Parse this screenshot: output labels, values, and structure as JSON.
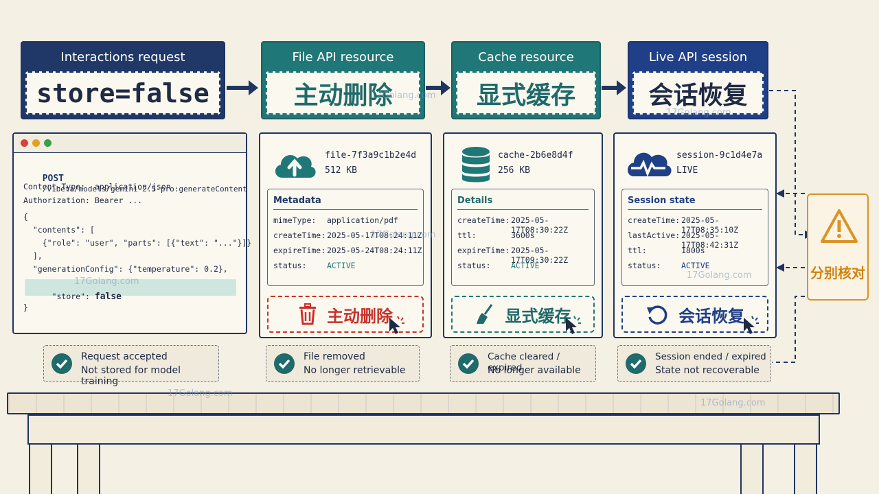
{
  "stages": [
    {
      "title": "Interactions request",
      "value": "store=false"
    },
    {
      "title": "File API resource",
      "value": "主动删除"
    },
    {
      "title": "Cache resource",
      "value": "显式缓存"
    },
    {
      "title": "Live API session",
      "value": "会话恢复"
    }
  ],
  "code": {
    "method": "POST",
    "path": "/v1beta/models/gemini-2.5-pro:generateContent",
    "line_content_type": "Content-Type:  application/json",
    "line_auth": "Authorization: Bearer ...",
    "line_open": "{",
    "line_contents": "  \"contents\": [",
    "line_role": "    {\"role\": \"user\", \"parts\": [{\"text\": \"...\"}]}",
    "line_close_arr": "  ],",
    "line_gen": "  \"generationConfig\": {\"temperature\": 0.2},",
    "line_store_key": "  \"store\": ",
    "line_store_val": "false",
    "line_close": "}"
  },
  "cards": [
    {
      "id": "file-7f3a9c1b2e4d",
      "sub": "512 KB",
      "icon": "cloud-upload-icon",
      "section": "Metadata",
      "rows": [
        {
          "k": "mimeType:",
          "v": "application/pdf"
        },
        {
          "k": "createTime:",
          "v": "2025-05-17T08:24:11Z"
        },
        {
          "k": "expireTime:",
          "v": "2025-05-24T08:24:11Z"
        },
        {
          "k": "status:",
          "v": "ACTIVE"
        }
      ],
      "action": "主动删除",
      "action_icon": "trash-icon",
      "color": "#c8322a"
    },
    {
      "id": "cache-2b6e8d4f",
      "sub": "256 KB",
      "icon": "database-icon",
      "section": "Details",
      "rows": [
        {
          "k": "createTime:",
          "v": "2025-05-17T08:30:22Z"
        },
        {
          "k": "ttl:",
          "v": "3600s"
        },
        {
          "k": "expireTime:",
          "v": "2025-05-17T09:30:22Z"
        },
        {
          "k": "status:",
          "v": "ACTIVE"
        }
      ],
      "action": "显式缓存",
      "action_icon": "broom-icon",
      "color": "#1f6a6a"
    },
    {
      "id": "session-9c1d4e7a",
      "sub": "LIVE",
      "icon": "cloud-pulse-icon",
      "section": "Session state",
      "rows": [
        {
          "k": "createTime:",
          "v": "2025-05-17T08:35:10Z"
        },
        {
          "k": "lastActive:",
          "v": "2025-05-17T08:42:31Z"
        },
        {
          "k": "ttl:",
          "v": "1800s"
        },
        {
          "k": "status:",
          "v": "ACTIVE"
        }
      ],
      "action": "会话恢复",
      "action_icon": "restore-icon",
      "color": "#1f3f86"
    }
  ],
  "statuses": [
    {
      "l1": "Request accepted",
      "l2": "Not stored for model training"
    },
    {
      "l1": "File removed",
      "l2": "No longer retrievable"
    },
    {
      "l1": "Cache cleared / expired",
      "l2": "No longer available"
    },
    {
      "l1": "Session ended / expired",
      "l2": "State not recoverable"
    }
  ],
  "warning": {
    "label": "分别核对",
    "icon": "warning-icon"
  },
  "watermark": "17Golang.com",
  "colors": {
    "navy": "#1f3868",
    "teal": "#1f7777",
    "blue": "#1f3f86",
    "red": "#c8322a",
    "orange": "#d89426",
    "check": "#1f6a6a"
  }
}
